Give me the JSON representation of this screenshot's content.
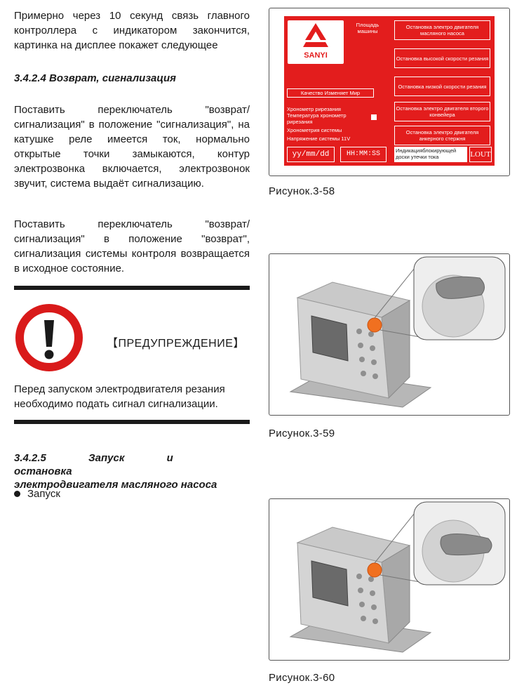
{
  "left": {
    "intro": "Примерно через 10 секунд связь главного контроллера с индикатором закончится, картинка на дисплее покажет следующее",
    "h1": "3.4.2.4 Возврат, сигнализация",
    "para1": "Поставить переключатель \"возврат/ сигнализация\" в положение \"сигнализация\", на катушке реле имеется ток, нормально открытые точки замыкаются, контур электрозвонка включается, электрозвонок звучит, система выдаёт сигнализацию.",
    "para2": "Поставить переключатель \"возврат/ сигнализация\" в положение \"возврат\", сигнализация системы контроля возвращается в исходное состояние.",
    "warning_title": "【ПРЕДУПРЕЖДЕНИЕ】",
    "warning_text": "Перед запуском электродвигателя резания необходимо подать сигнал сигнализации.",
    "h2_line1": "3.4.2.5 Запуск и остановка",
    "h2_line2": "электродвигателя масляного насоса",
    "bullet": "Запуск"
  },
  "figures": {
    "cap58": "Рисунок.3-58",
    "cap59": "Рисунок.3-59",
    "cap60": "Рисунок.3-60"
  },
  "screen": {
    "logo_text": "SANYI",
    "top_label": "Площадь машины",
    "buttons": [
      "Остановка электро двигателя масляного насоса",
      "Остановка высокой скорости резания",
      "Остановка низкой скорости резания",
      "Остановка электро двигателя второго конвейера",
      "Остановка электро двигателя анкерного стержня"
    ],
    "motto": "Качество Изменяет Мир",
    "info1": "Хронометр рирезания",
    "info2": "Температура хронометр рирезания",
    "info3": "Хронометрия системы",
    "info4": "Напряжение системы 11V",
    "date": "yy/mm/dd",
    "time": "HH:MM:SS",
    "indication": "Индикацияблокирующей доски утечки тока",
    "out": "LOUT"
  },
  "colors": {
    "screen_red": "#e31d1d",
    "warning_red": "#d91a1a",
    "button_orange": "#f07020"
  }
}
